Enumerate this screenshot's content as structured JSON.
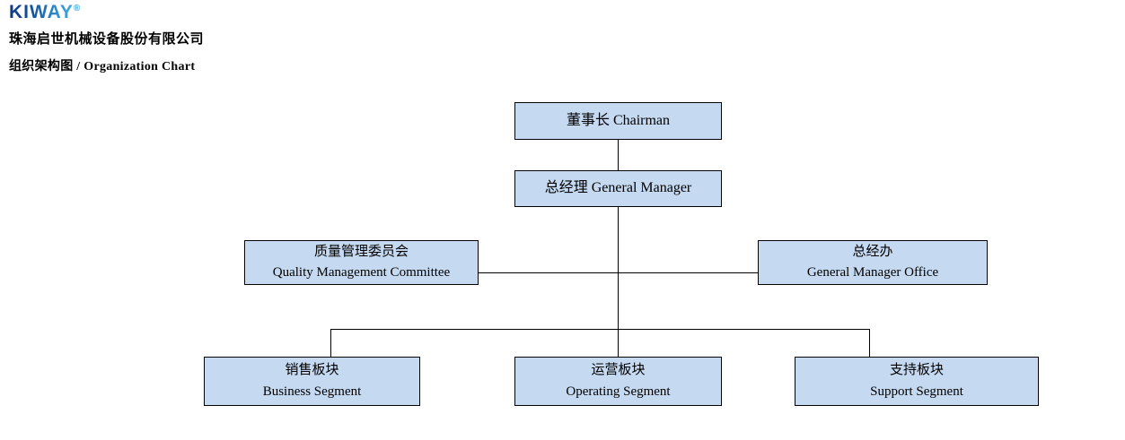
{
  "brand": {
    "logo_text": "KIWAY",
    "logo_reg": "®",
    "company_name": "珠海启世机械设备股份有限公司",
    "chart_title": "组织架构图 / Organization Chart"
  },
  "colors": {
    "box_fill": "#c5d9f1",
    "box_border": "#000000",
    "connector": "#000000",
    "logo_blue_dark": "#0d3a80",
    "logo_blue_light": "#41a8de",
    "text": "#000000",
    "background": "#ffffff"
  },
  "org": {
    "nodes": {
      "chairman": {
        "label": "董事长 Chairman"
      },
      "gm": {
        "label": "总经理 General Manager"
      },
      "qmc": {
        "zh": "质量管理委员会",
        "en": "Quality Management Committee"
      },
      "gmo": {
        "zh": "总经办",
        "en": "General Manager Office"
      },
      "business": {
        "zh": "销售板块",
        "en": "Business Segment"
      },
      "operating": {
        "zh": "运营板块",
        "en": "Operating Segment"
      },
      "support": {
        "zh": "支持板块",
        "en": "Support Segment"
      }
    },
    "edges": [
      {
        "from": "chairman",
        "to": "gm"
      },
      {
        "from": "gm",
        "to": "qmc"
      },
      {
        "from": "gm",
        "to": "gmo"
      },
      {
        "from": "gm",
        "to": "business"
      },
      {
        "from": "gm",
        "to": "operating"
      },
      {
        "from": "gm",
        "to": "support"
      }
    ]
  }
}
